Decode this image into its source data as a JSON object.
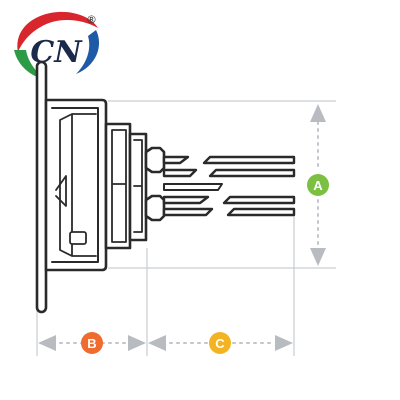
{
  "logo": {
    "text": "CN",
    "registered_mark": "®",
    "colors": {
      "red": "#d8262c",
      "green": "#2d9a46",
      "blue": "#1f5aa6",
      "dark": "#1b2a4a"
    }
  },
  "dimensions": {
    "a": {
      "label": "A",
      "color": "#7bc043"
    },
    "b": {
      "label": "B",
      "color": "#ef6b2e"
    },
    "c": {
      "label": "C",
      "color": "#f4b322"
    }
  },
  "colors": {
    "outline": "#2a2a2a",
    "dimension_line": "#c9cdd1",
    "arrow": "#b8bcc1"
  },
  "icons": [
    "logo-mark",
    "arrow-head-icon"
  ]
}
